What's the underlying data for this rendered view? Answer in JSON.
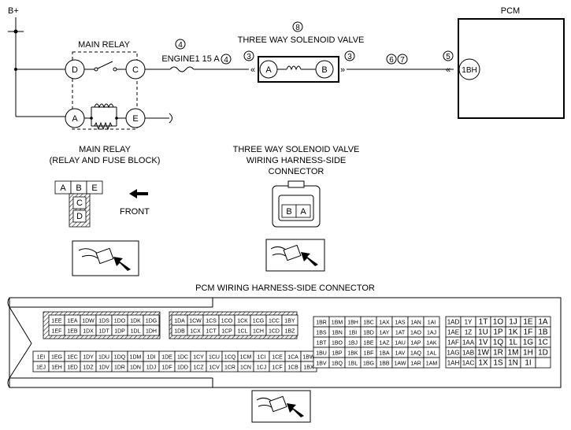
{
  "labels": {
    "b_plus": "B+",
    "pcm": "PCM",
    "main_relay": "MAIN RELAY",
    "fuse": "ENGINE1 15 A",
    "solenoid": "THREE WAY SOLENOID VALVE",
    "main_relay_conn_l1": "MAIN RELAY",
    "main_relay_conn_l2": "(RELAY AND FUSE BLOCK)",
    "sol_conn_l1": "THREE WAY SOLENOID VALVE",
    "sol_conn_l2": "WIRING HARNESS-SIDE",
    "sol_conn_l3": "CONNECTOR",
    "front": "FRONT",
    "pcm_conn": "PCM WIRING HARNESS-SIDE CONNECTOR"
  },
  "circled": {
    "n4a": "4",
    "n4b": "4",
    "n3a": "3",
    "n3b": "3",
    "n8": "8",
    "n6": "6",
    "n7": "7",
    "n5": "5"
  },
  "terminals": {
    "relay_d": "D",
    "relay_c": "C",
    "relay_a": "A",
    "relay_e": "E",
    "sol_a": "A",
    "sol_b": "B",
    "pcm_1bh": "1BH"
  },
  "relay_connector": [
    "A",
    "B",
    "E",
    "C",
    "D"
  ],
  "solenoid_connector": [
    "B",
    "A"
  ],
  "pcm_connector": {
    "g1_top": [
      [
        "1EE",
        "1EA",
        "1DW",
        "1DS",
        "1DO",
        "1DK",
        "1DG"
      ],
      [
        "1EF",
        "1EB",
        "1DX",
        "1DT",
        "1DP",
        "1DL",
        "1DH"
      ]
    ],
    "g1_bot": [
      [
        "1EI",
        "1EG",
        "1EC",
        "1DY",
        "1DU",
        "1DQ",
        "1DM",
        "1DI"
      ],
      [
        "1EJ",
        "1EH",
        "1ED",
        "1DZ",
        "1DV",
        "1DR",
        "1DN",
        "1DJ"
      ]
    ],
    "g2_top": [
      [
        "1DA",
        "1CW",
        "1CS",
        "1CO",
        "1CK",
        "1CG",
        "1CC",
        "1BY"
      ],
      [
        "1DB",
        "1CX",
        "1CT",
        "1CP",
        "1CL",
        "1CH",
        "1CD",
        "1BZ"
      ]
    ],
    "g2_bot": [
      [
        "1DE",
        "1DC",
        "1CY",
        "1CU",
        "1CQ",
        "1CM",
        "1CI",
        "1CE",
        "1CA",
        "1BW"
      ],
      [
        "1DF",
        "1DD",
        "1CZ",
        "1CV",
        "1CR",
        "1CN",
        "1CJ",
        "1CF",
        "1CB",
        "1BX"
      ]
    ],
    "g3": [
      [
        "1BR",
        "1BM",
        "1BH",
        "1BC",
        "1AX",
        "1AS",
        "1AN",
        "1AI"
      ],
      [
        "1BS",
        "1BN",
        "1BI",
        "1BD",
        "1AY",
        "1AT",
        "1AO",
        "1AJ"
      ],
      [
        "1BT",
        "1BO",
        "1BJ",
        "1BE",
        "1AZ",
        "1AU",
        "1AP",
        "1AK"
      ],
      [
        "1BU",
        "1BP",
        "1BK",
        "1BF",
        "1BA",
        "1AV",
        "1AQ",
        "1AL"
      ],
      [
        "1BV",
        "1BQ",
        "1BL",
        "1BG",
        "1BB",
        "1AW",
        "1AR",
        "1AM"
      ]
    ],
    "g4": [
      [
        "1AD",
        "1Y",
        "1T",
        "1O",
        "1J",
        "1E",
        "1A"
      ],
      [
        "1AE",
        "1Z",
        "1U",
        "1P",
        "1K",
        "1F",
        "1B"
      ],
      [
        "1AF",
        "1AA",
        "1V",
        "1Q",
        "1L",
        "1G",
        "1C"
      ],
      [
        "1AG",
        "1AB",
        "1W",
        "1R",
        "1M",
        "1H",
        "1D"
      ],
      [
        "1AH",
        "1AC",
        "1X",
        "1S",
        "1N",
        "1I",
        ""
      ]
    ]
  }
}
